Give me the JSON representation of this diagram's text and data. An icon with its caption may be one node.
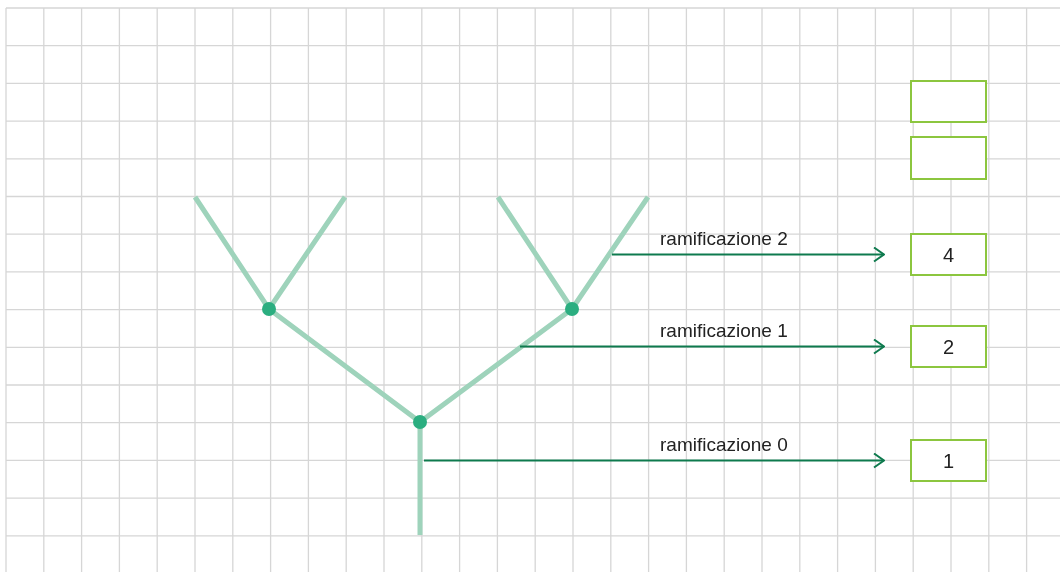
{
  "diagram": {
    "nodes": [
      {
        "text": [],
        "shape": "box"
      },
      {
        "text": [],
        "shape": "box"
      },
      {
        "text": [
          "4"
        ]
      },
      {
        "text": [
          "2"
        ]
      },
      {
        "text": [
          "1"
        ]
      }
    ],
    "edges": [
      {
        "from": null,
        "to": 2,
        "arrow": "to",
        "label": "ramificazione 2"
      },
      {
        "from": null,
        "to": 3,
        "arrow": "to",
        "label": "ramificazione 1"
      },
      {
        "from": null,
        "to": 4,
        "arrow": "to",
        "label": "ramificazione 0"
      }
    ]
  }
}
